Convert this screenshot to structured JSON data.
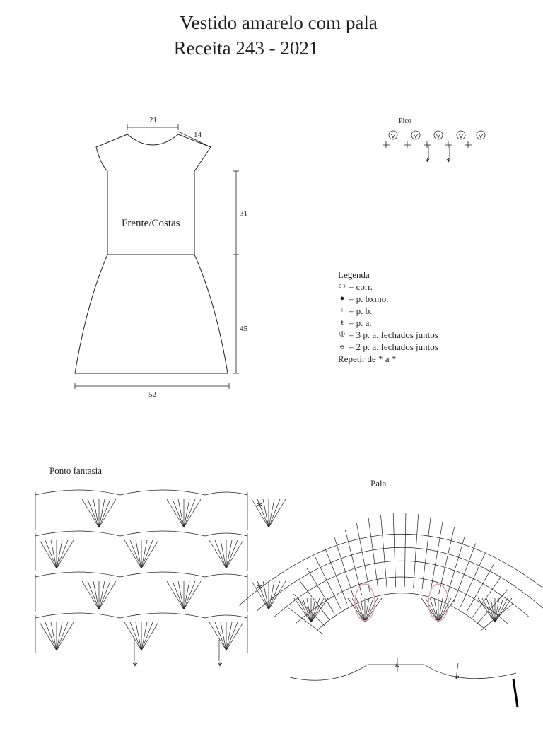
{
  "title": "Vestido amarelo com pala",
  "recipe": "Receita  243 - 2021",
  "schematic": {
    "piece_label": "Frente/Costas",
    "neck_width": "21",
    "shoulder": "14",
    "bodice_length": "31",
    "skirt_length": "45",
    "hem_width": "52"
  },
  "pico": {
    "label": "Pico"
  },
  "legend": {
    "title": "Legenda",
    "items": [
      {
        "symbol_icon": "chain-icon",
        "text": "= corr."
      },
      {
        "symbol_icon": "slip-stitch-icon",
        "text": "= p. bxmo."
      },
      {
        "symbol_icon": "single-crochet-icon",
        "text": "= p. b."
      },
      {
        "symbol_icon": "double-crochet-icon",
        "text": "= p. a."
      },
      {
        "symbol_icon": "dc3tog-icon",
        "text": "= 3 p. a. fechados juntos"
      },
      {
        "symbol_icon": "dc2tog-icon",
        "text": "= 2 p. a. fechados juntos"
      }
    ],
    "repeat_note": "Repetir de * a *"
  },
  "stitch_chart": {
    "label": "Ponto fantasia"
  },
  "yoke_chart": {
    "label": "Pala"
  },
  "repeat_marker": "*"
}
